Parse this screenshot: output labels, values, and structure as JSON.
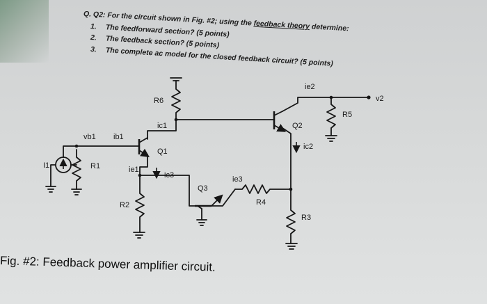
{
  "question": {
    "intro_prefix": "Q. Q2: For the circuit shown in Fig. #2; using the ",
    "intro_link": "feedback theory",
    "intro_suffix": " determine:",
    "items": [
      {
        "num": "1.",
        "text": "The feedforward section? (5 points)"
      },
      {
        "num": "2.",
        "text": "The feedback section? (5 points)"
      },
      {
        "num": "3.",
        "text": "The complete ac model for the closed feedback circuit? (5 points)"
      }
    ]
  },
  "circuit": {
    "labels": {
      "R6": "R6",
      "ic1": "ic1",
      "vb1": "vb1",
      "ib1": "ib1",
      "Q1": "Q1",
      "I1": "I1",
      "R1": "R1",
      "ie1": "ie1",
      "ic3": "ic3",
      "Q3": "Q3",
      "ie3": "ie3",
      "R4": "R4",
      "R2": "R2",
      "R3": "R3",
      "ie2": "ie2",
      "v2": "v2",
      "R5": "R5",
      "Q2": "Q2",
      "ic2": "ic2"
    }
  },
  "caption": "Fig. #2: Feedback power amplifier circuit."
}
